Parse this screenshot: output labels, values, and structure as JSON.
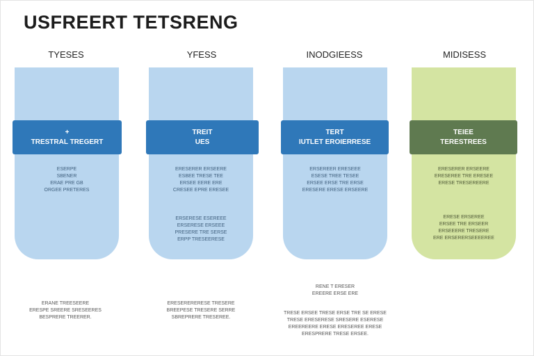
{
  "title": "USFREERT TETSRENG",
  "colors": {
    "light_blue": "#b9d6ef",
    "dark_blue": "#2f78b9",
    "light_green": "#d4e4a2",
    "dark_green": "#5f7a50"
  },
  "columns": [
    {
      "header": "TYESES",
      "band_lines": [
        "+",
        "TRESTRAL TREGERT"
      ],
      "block1": [
        "ESERPE",
        "SBENER",
        "ERAE PRE GB",
        "ORGEE PRETERES"
      ],
      "block2": [],
      "footer": [
        "ERANE TREESEERE",
        "ERESPE SREERE SRESEERES",
        "BESPRERE TREERER."
      ]
    },
    {
      "header": "YFESS",
      "band_lines": [
        "TREIT",
        "UES"
      ],
      "block1": [
        "ERESERER ERSEERE",
        "ESBEE TRESE TEE",
        "ERSEE EERE ERE",
        "CRESEE EPRE ERESEE"
      ],
      "block2": [
        "ERSERESE ESEREEE",
        "ERSERESE ERSEEE",
        "PRESERE TRE SERSE",
        "ERPP TRESEERESE"
      ],
      "footer": [
        "ERESERERERESE TRESERE",
        "BREEPESE TRESERE SERRE",
        "SBREPRERE TRESEREE."
      ]
    },
    {
      "header": "INODGIEESS",
      "band_lines": [
        "TERT",
        "IUTLET EROIERRESE"
      ],
      "block1": [
        "ERSEREER ERESEEE",
        "ESESE TREE TESEE",
        "ERSEE ERSE TRE ERSE",
        "ERESERE ERESE ERSEERE"
      ],
      "block2": [],
      "footer_top": [
        "RENE T ERESER",
        "EREERE ERSE ERE"
      ],
      "footer": [
        "TRESE ERSEE TRESE ERSE TRE SE ERESE",
        "TRESE ERESERESE SRESERE ESERESE",
        "EREEREERE ERESE ERESEREE ERESE",
        "ERESPRERE TRESE ERSEE."
      ]
    },
    {
      "header": "MIDISESS",
      "band_lines": [
        "TEIEE",
        "TERESTREES"
      ],
      "block1": [
        "ERESERER ERSEERE",
        "ERESEREE TRE ERESEE",
        "ERESE TRESEREERE"
      ],
      "block2": [
        "ERESE ERSEREE",
        "ERSEE TRE ERSEER",
        "ERSEEERE TRESERE",
        "ERE ERSERERSEEEEREE"
      ],
      "footer": []
    }
  ]
}
